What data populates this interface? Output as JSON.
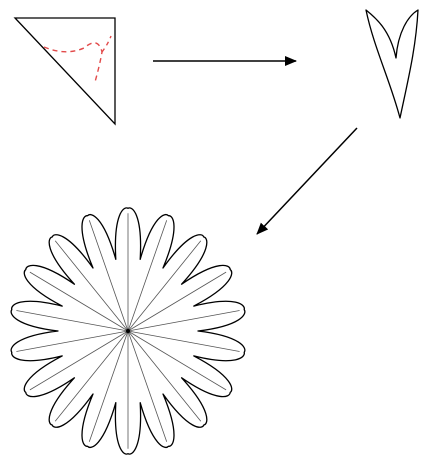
{
  "diagram": {
    "steps": [
      {
        "name": "folded-triangle"
      },
      {
        "name": "cut-shape"
      },
      {
        "name": "unfolded-flower"
      }
    ],
    "flower": {
      "petal_count": 18,
      "crease_count": 18
    },
    "colors": {
      "outline": "#000000",
      "crease": "#555555",
      "cut_line": "#e24a4a",
      "background": "#ffffff"
    }
  }
}
